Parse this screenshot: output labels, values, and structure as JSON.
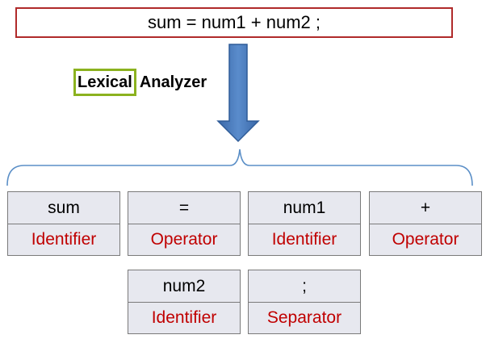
{
  "expression": "sum = num1 + num2 ;",
  "analyzer": {
    "highlight": "Lexical",
    "rest": "Analyzer"
  },
  "tokens": [
    {
      "lexeme": "sum",
      "kind": "Identifier"
    },
    {
      "lexeme": "=",
      "kind": "Operator"
    },
    {
      "lexeme": "num1",
      "kind": "Identifier"
    },
    {
      "lexeme": "+",
      "kind": "Operator"
    },
    {
      "lexeme": "num2",
      "kind": "Identifier"
    },
    {
      "lexeme": ";",
      "kind": "Separator"
    }
  ],
  "colors": {
    "expression_border": "#b02a2a",
    "highlight_border": "#8bb21f",
    "arrow_fill": "#4a7dbf",
    "token_kind_text": "#c00000",
    "brace_stroke": "#5b8fc7"
  }
}
